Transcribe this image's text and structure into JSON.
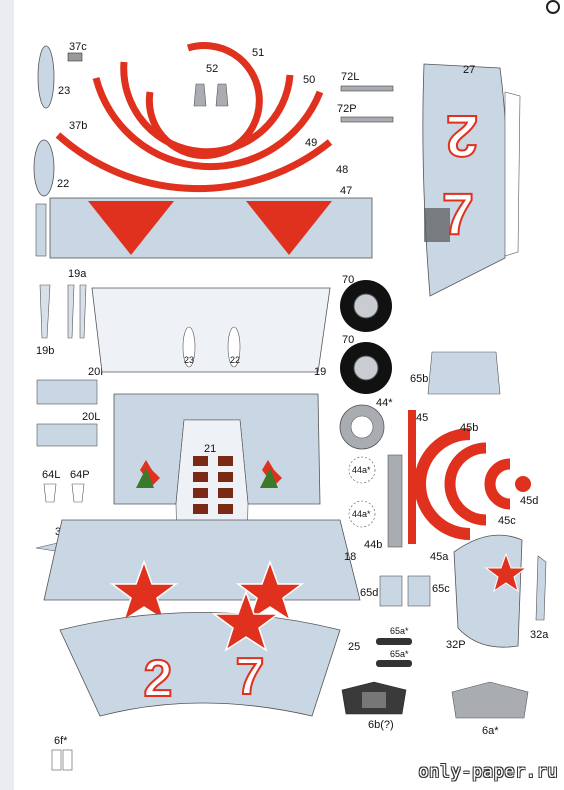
{
  "colors": {
    "red": "#e0301e",
    "sky": "#c9d6e3",
    "grey": "#a9adb2",
    "dark": "#444",
    "brown": "#7a2a14"
  },
  "watermark": "only-paper.ru",
  "labels": {
    "p37c": "37c",
    "p23": "23",
    "p37b": "37b",
    "p22": "22",
    "p52": "52",
    "p51": "51",
    "p50": "50",
    "p49": "49",
    "p48": "48",
    "p47": "47",
    "p72L": "72L",
    "p72P": "72P",
    "p27": "27",
    "p19a": "19a",
    "p19b": "19b",
    "p20P": "20P",
    "p20L": "20L",
    "p64L": "64L",
    "p64P": "64P",
    "p31a": "31a",
    "p6f": "6f*",
    "p70a": "70",
    "p70b": "70",
    "p19": "19",
    "p21": "21",
    "p18": "18",
    "p25": "25",
    "p44star": "44*",
    "p44a1": "44a*",
    "p44a2": "44a*",
    "p44b": "44b",
    "p45": "45",
    "p45a": "45a",
    "p45b": "45b",
    "p45c": "45c",
    "p45d": "45d",
    "p65b": "65b",
    "p65c": "65c",
    "p65d": "65d",
    "p65a1": "65a*",
    "p65a2": "65a*",
    "p32P": "32P",
    "p32a": "32a",
    "p6b": "6b(?)",
    "p6a": "6a*",
    "in23": "23",
    "in22": "22"
  }
}
